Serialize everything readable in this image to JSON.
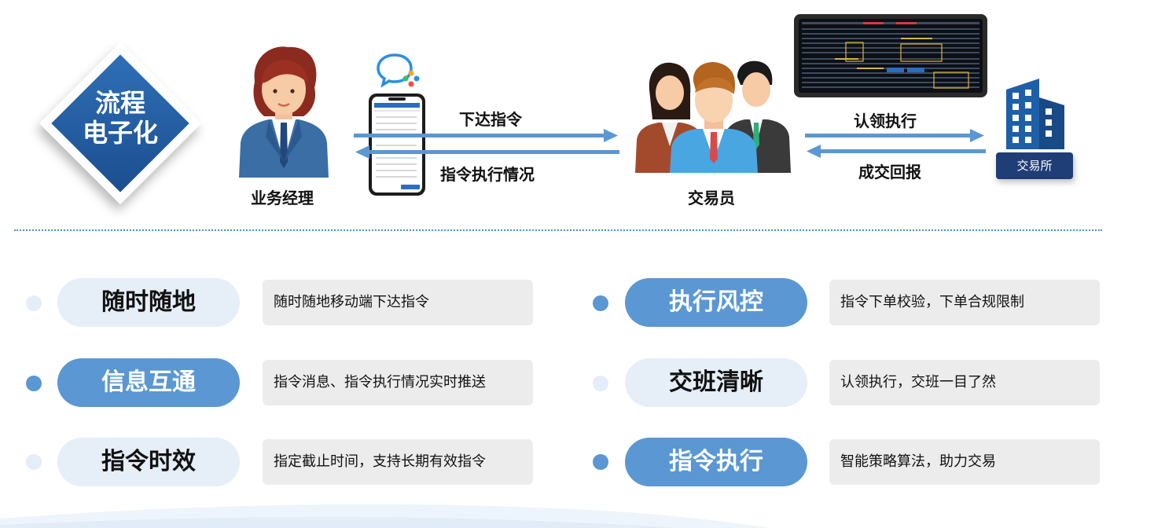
{
  "badge": {
    "line1": "流程",
    "line2": "电子化"
  },
  "roles": {
    "manager": "业务经理",
    "trader": "交易员",
    "exchange": "交易所"
  },
  "arrows": {
    "instruct": "下达指令",
    "status": "指令执行情况",
    "claim": "认领执行",
    "fill_report": "成交回报"
  },
  "features": [
    {
      "title": "随时随地",
      "desc": "随时随地移动端下达指令",
      "style": "light"
    },
    {
      "title": "执行风控",
      "desc": "指令下单校验，下单合规限制",
      "style": "dark"
    },
    {
      "title": "信息互通",
      "desc": "指令消息、指令执行情况实时推送",
      "style": "dark"
    },
    {
      "title": "交班清晰",
      "desc": "认领执行，交班一目了然",
      "style": "light"
    },
    {
      "title": "指令时效",
      "desc": "指定截止时间，支持长期有效指令",
      "style": "light"
    },
    {
      "title": "指令执行",
      "desc": "智能策略算法，助力交易",
      "style": "dark"
    }
  ],
  "colors": {
    "navy": "#1b4e8f",
    "accent_blue": "#5b97d3",
    "light_blue": "#e6eef8",
    "desc_gray": "#ececec"
  }
}
